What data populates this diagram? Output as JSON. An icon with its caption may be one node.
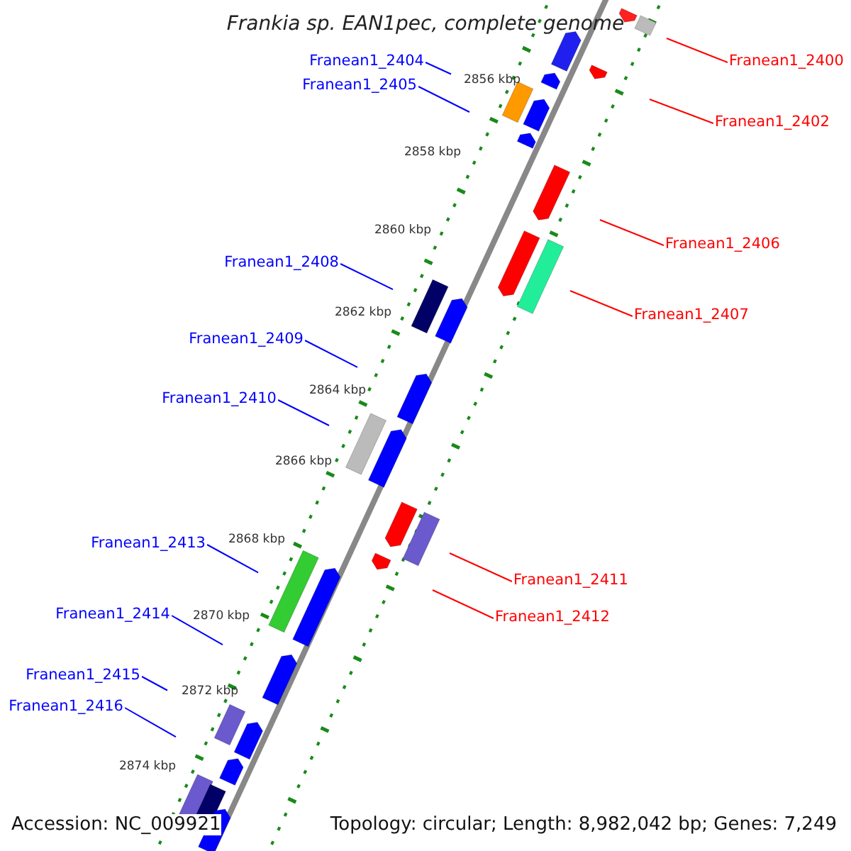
{
  "diagram": {
    "title": "Frankia sp. EAN1pec, complete genome",
    "nodes": [
      {
        "text": [
          "Franean1_2400"
        ]
      },
      {
        "text": [
          "Franean1_2404"
        ]
      },
      {
        "text": [
          "Franean1_2405"
        ]
      },
      {
        "text": [
          "Franean1_2402"
        ]
      },
      {
        "text": [
          "Franean1_2406"
        ]
      },
      {
        "text": [
          "Franean1_2408"
        ]
      },
      {
        "text": [
          "Franean1_2407"
        ]
      },
      {
        "text": [
          "Franean1_2409"
        ]
      },
      {
        "text": [
          "Franean1_2410"
        ]
      },
      {
        "text": [
          "Franean1_2413"
        ]
      },
      {
        "text": [
          "Franean1_2411"
        ]
      },
      {
        "text": [
          "Franean1_2414"
        ]
      },
      {
        "text": [
          "Franean1_2412"
        ]
      },
      {
        "text": [
          "Franean1_2415"
        ]
      },
      {
        "text": [
          "Franean1_2416"
        ]
      }
    ],
    "edges": [
      {
        "from": 0,
        "to": null,
        "arrow": "none",
        "color": "#ff0000"
      },
      {
        "from": 1,
        "to": null,
        "arrow": "none"
      },
      {
        "from": 2,
        "to": null,
        "arrow": "none"
      },
      {
        "from": 3,
        "to": null,
        "arrow": "none",
        "color": "#ff0000"
      },
      {
        "from": 4,
        "to": null,
        "arrow": "none",
        "color": "#ff0000"
      },
      {
        "from": 5,
        "to": null,
        "arrow": "none"
      },
      {
        "from": 6,
        "to": null,
        "arrow": "none",
        "color": "#ff0000"
      },
      {
        "from": 7,
        "to": null,
        "arrow": "none"
      },
      {
        "from": 8,
        "to": null,
        "arrow": "none"
      },
      {
        "from": 9,
        "to": null,
        "arrow": "none"
      },
      {
        "from": 10,
        "to": null,
        "arrow": "none",
        "color": "#ff0000"
      },
      {
        "from": 11,
        "to": null,
        "arrow": "none"
      },
      {
        "from": 12,
        "to": null,
        "arrow": "none",
        "color": "#ff0000"
      },
      {
        "from": 13,
        "to": null,
        "arrow": "none"
      },
      {
        "from": 14,
        "to": null,
        "arrow": "none"
      }
    ],
    "labels": [
      "2856 kbp",
      "2858 kbp",
      "2860 kbp",
      "2862 kbp",
      "2864 kbp",
      "2866 kbp",
      "2868 kbp",
      "2870 kbp",
      "2872 kbp",
      "2874 kbp",
      "Accession: NC_009921",
      "Topology: circular; Length: 8,982,042 bp; Genes: 7,249"
    ]
  }
}
